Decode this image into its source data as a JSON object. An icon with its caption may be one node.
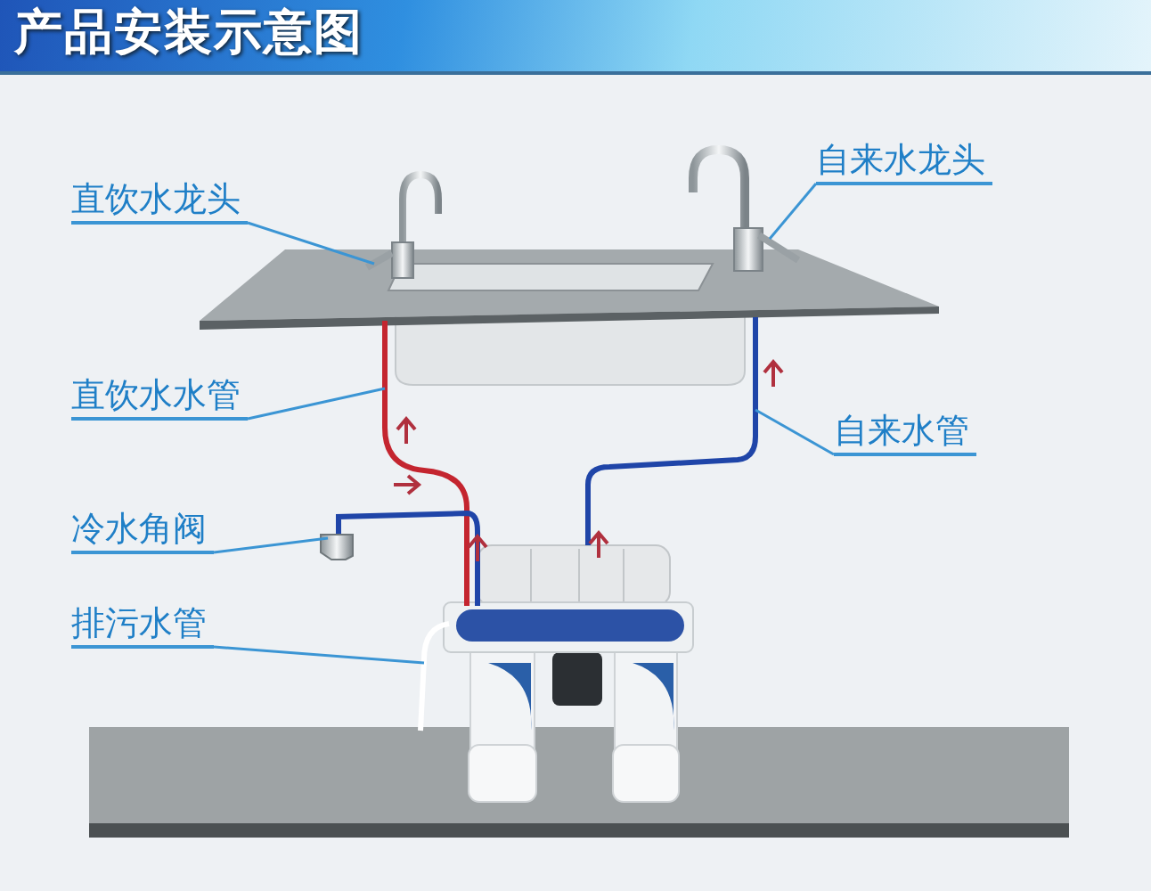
{
  "diagram": {
    "title": "产品安装示意图",
    "nodes": [
      {
        "text": [
          "直饮水龙头"
        ]
      },
      {
        "text": [
          "自来水龙头"
        ]
      },
      {
        "text": [
          "直饮水水管"
        ]
      },
      {
        "text": [
          "自来水管"
        ]
      },
      {
        "text": [
          "冷水角阀"
        ]
      },
      {
        "text": [
          "排污水管"
        ]
      },
      {
        "text": [],
        "shape": "picture"
      },
      {
        "text": [],
        "shape": "picture"
      },
      {
        "text": [],
        "shape": "picture"
      },
      {
        "text": [],
        "shape": "picture"
      },
      {
        "text": [],
        "shape": "picture"
      },
      {
        "text": [],
        "shape": "picture"
      }
    ],
    "edges": [
      {
        "from": 0,
        "to": 6,
        "arrow": "none"
      },
      {
        "from": 1,
        "to": 7,
        "arrow": "none"
      },
      {
        "from": 2,
        "to": 8,
        "arrow": "none"
      },
      {
        "from": 3,
        "to": 9,
        "arrow": "none"
      },
      {
        "from": 4,
        "to": 10,
        "arrow": "none"
      },
      {
        "from": 5,
        "to": 11,
        "arrow": "none"
      }
    ]
  }
}
